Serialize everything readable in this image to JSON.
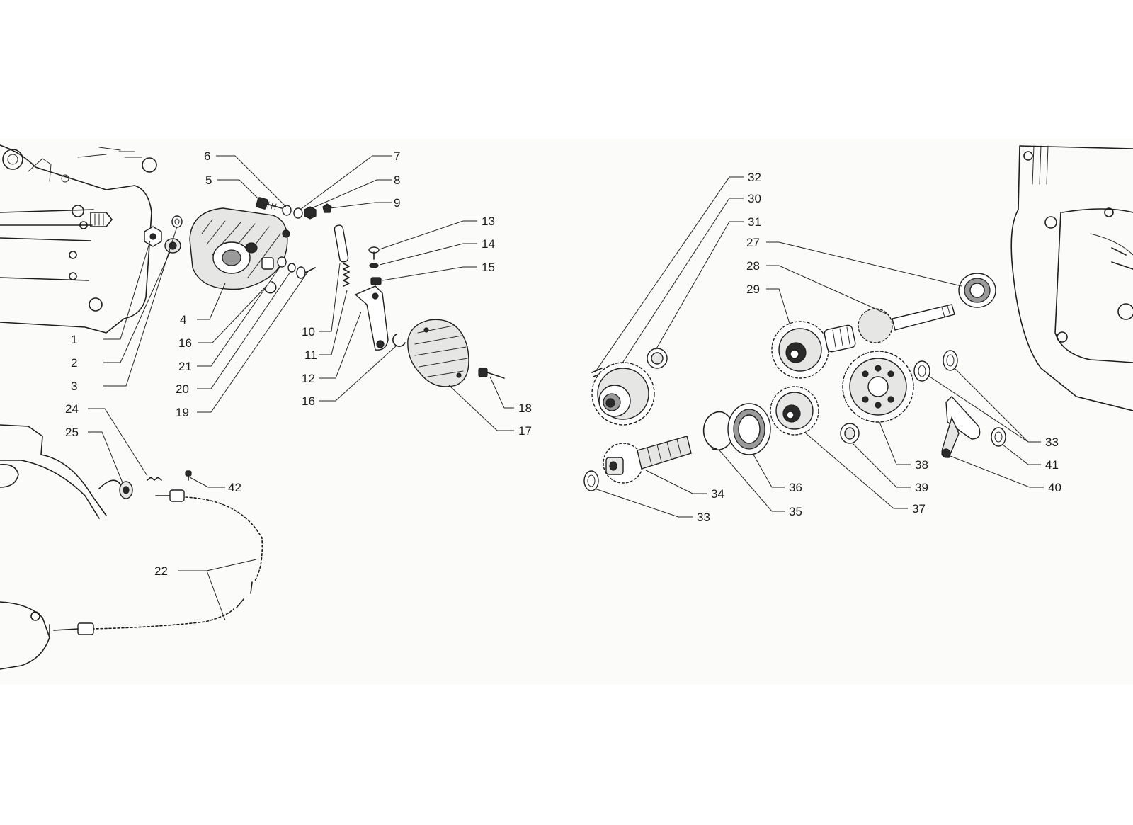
{
  "diagram": {
    "ink_color": "#1e1e1e",
    "paper_color": "#fbfbfa",
    "callouts": [
      {
        "id": "c1",
        "label": "1"
      },
      {
        "id": "c2",
        "label": "2"
      },
      {
        "id": "c3",
        "label": "3"
      },
      {
        "id": "c4",
        "label": "4"
      },
      {
        "id": "c5",
        "label": "5"
      },
      {
        "id": "c6",
        "label": "6"
      },
      {
        "id": "c7",
        "label": "7"
      },
      {
        "id": "c8",
        "label": "8"
      },
      {
        "id": "c9",
        "label": "9"
      },
      {
        "id": "c10",
        "label": "10"
      },
      {
        "id": "c11",
        "label": "11"
      },
      {
        "id": "c12",
        "label": "12"
      },
      {
        "id": "c13",
        "label": "13"
      },
      {
        "id": "c14",
        "label": "14"
      },
      {
        "id": "c15",
        "label": "15"
      },
      {
        "id": "c16a",
        "label": "16"
      },
      {
        "id": "c16b",
        "label": "16"
      },
      {
        "id": "c17",
        "label": "17"
      },
      {
        "id": "c18",
        "label": "18"
      },
      {
        "id": "c19",
        "label": "19"
      },
      {
        "id": "c20",
        "label": "20"
      },
      {
        "id": "c21",
        "label": "21"
      },
      {
        "id": "c22",
        "label": "22"
      },
      {
        "id": "c24",
        "label": "24"
      },
      {
        "id": "c25",
        "label": "25"
      },
      {
        "id": "c27",
        "label": "27"
      },
      {
        "id": "c28",
        "label": "28"
      },
      {
        "id": "c29",
        "label": "29"
      },
      {
        "id": "c30",
        "label": "30"
      },
      {
        "id": "c31",
        "label": "31"
      },
      {
        "id": "c32",
        "label": "32"
      },
      {
        "id": "c33a",
        "label": "33"
      },
      {
        "id": "c33b",
        "label": "33"
      },
      {
        "id": "c34",
        "label": "34"
      },
      {
        "id": "c35",
        "label": "35"
      },
      {
        "id": "c36",
        "label": "36"
      },
      {
        "id": "c37",
        "label": "37"
      },
      {
        "id": "c38",
        "label": "38"
      },
      {
        "id": "c39",
        "label": "39"
      },
      {
        "id": "c40",
        "label": "40"
      },
      {
        "id": "c41",
        "label": "41"
      },
      {
        "id": "c42",
        "label": "42"
      }
    ]
  }
}
